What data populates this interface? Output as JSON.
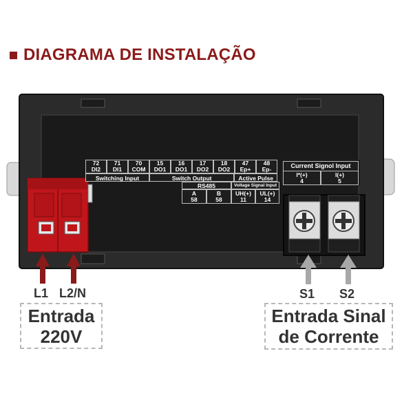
{
  "heading": {
    "text": "DIAGRAMA DE INSTALAÇÃO"
  },
  "terminals_row1": {
    "cells": [
      {
        "num": "72",
        "name": "DI2"
      },
      {
        "num": "71",
        "name": "DI1"
      },
      {
        "num": "70",
        "name": "COM"
      },
      {
        "num": "15",
        "name": "DO1"
      },
      {
        "num": "16",
        "name": "DO1"
      },
      {
        "num": "17",
        "name": "DO2"
      },
      {
        "num": "18",
        "name": "DO2"
      },
      {
        "num": "47",
        "name": "Ep+"
      },
      {
        "num": "48",
        "name": "Ep-"
      }
    ],
    "groups": {
      "switching_input": "Switching Input",
      "switch_output": "Switch Output",
      "active_pulse": "Active Pulse"
    }
  },
  "terminals_row2": {
    "rs485": {
      "title": "RS485",
      "cells": [
        {
          "top": "A",
          "bottom": "58"
        },
        {
          "top": "B",
          "bottom": "58"
        }
      ]
    },
    "voltage": {
      "title": "Voltage Signal Input",
      "cells": [
        {
          "top": "UH(+)",
          "bottom": "11"
        },
        {
          "top": "UL(+)",
          "bottom": "14"
        }
      ]
    }
  },
  "current_input": {
    "title": "Current Signol Input",
    "cells": [
      {
        "top": "I*(+)",
        "bottom": "4"
      },
      {
        "top": "I(+)",
        "bottom": "5"
      }
    ]
  },
  "wire_labels": {
    "l1": "L1",
    "l2n": "L2/N",
    "s1": "S1",
    "s2": "S2"
  },
  "captions": {
    "power_line1": "Entrada",
    "power_line2": "220V",
    "signal_line1": "Entrada Sinal",
    "signal_line2": "de Corrente"
  },
  "colors": {
    "heading": "#8b1a1a",
    "power_connector": "#c0161b",
    "power_arrow": "#8b1a1a",
    "signal_arrow": "#a8a8a8",
    "device_body": "#2b2b2b",
    "screen": "#1a1a1a"
  }
}
